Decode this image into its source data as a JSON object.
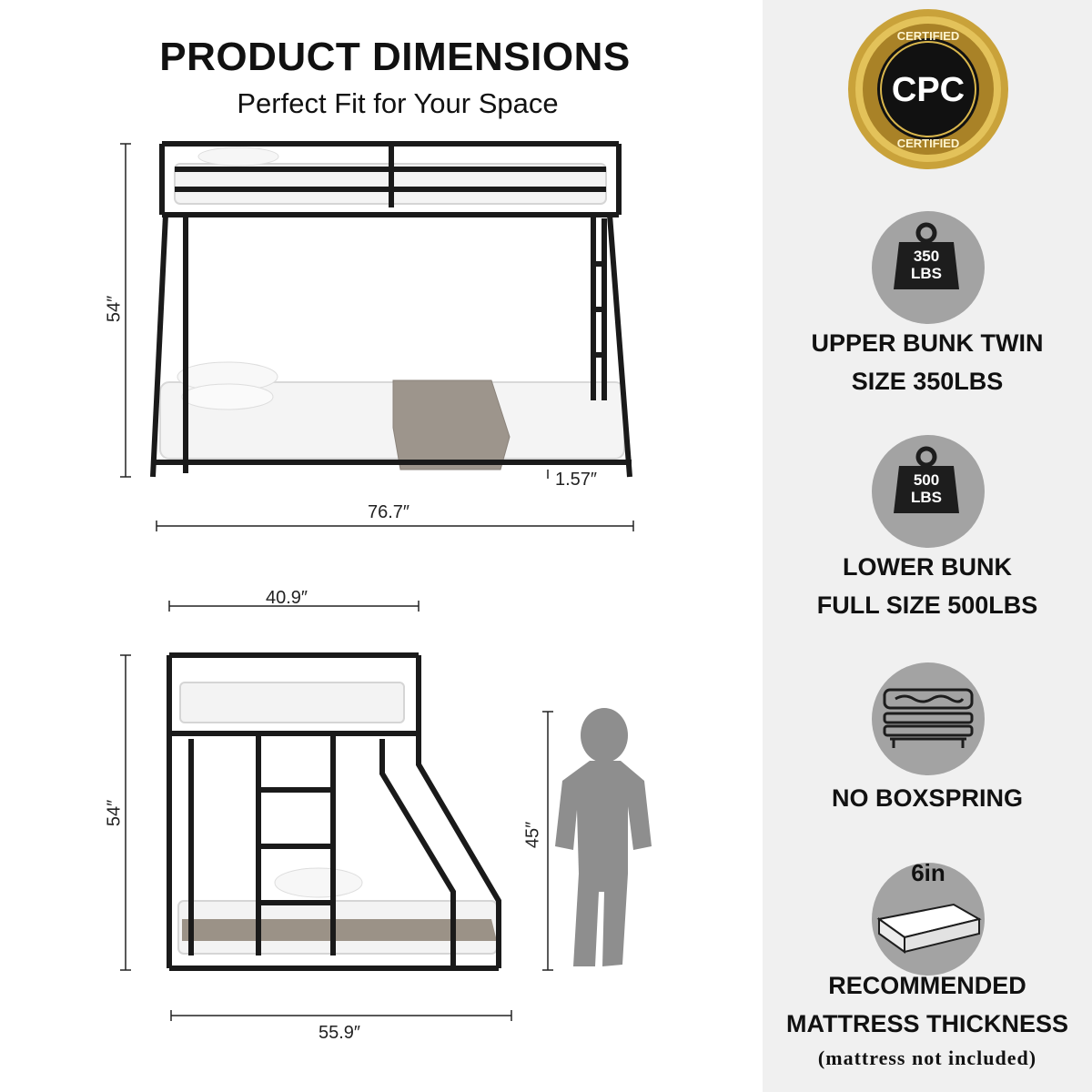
{
  "header": {
    "title": "PRODUCT DIMENSIONS",
    "subtitle": "Perfect Fit for Your Space"
  },
  "dimensions": {
    "front_height": "54″",
    "front_width": "76.7″",
    "front_clearance": "1.57″",
    "side_top_width": "40.9″",
    "side_height": "54″",
    "side_bottom_width": "55.9″",
    "child_height": "45″"
  },
  "badge": {
    "label_top": "CERTIFIED",
    "label_center": "CPC",
    "label_bottom": "CERTIFIED",
    "colors": {
      "gold": "#c9a23a",
      "dark": "#111111"
    }
  },
  "features": [
    {
      "icon": "weight-icon",
      "weight_top": "350",
      "weight_unit": "LBS",
      "line1": "UPPER BUNK TWIN",
      "line2": "SIZE 350LBS"
    },
    {
      "icon": "weight-icon",
      "weight_top": "500",
      "weight_unit": "LBS",
      "line1": "LOWER BUNK",
      "line2": "FULL SIZE 500LBS"
    },
    {
      "icon": "no-boxspring-icon",
      "line1": "NO BOXSPRING"
    },
    {
      "icon": "mattress-icon",
      "thickness": "6in",
      "line1": "RECOMMENDED",
      "line2": "MATTRESS THICKNESS",
      "note": "(mattress not included)"
    }
  ],
  "colors": {
    "panel": "#f0f0f0",
    "icon_circle": "#a3a3a3",
    "frame": "#1a1a1a"
  }
}
